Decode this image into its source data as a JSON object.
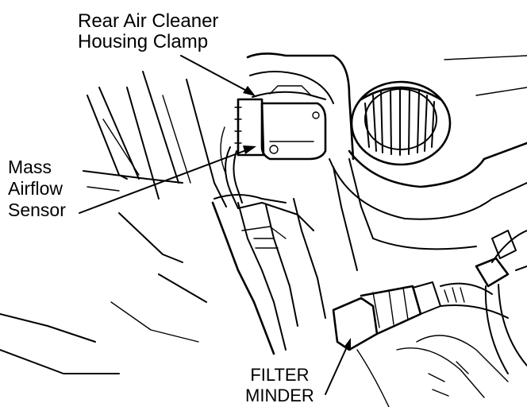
{
  "diagram": {
    "labels": {
      "rear_air_cleaner_clamp": "Rear Air Cleaner\nHousing Clamp",
      "mass_airflow_sensor": "Mass\nAirflow\nSensor",
      "filter_minder": "FILTER\nMINDER"
    },
    "colors": {
      "ink": "#000000",
      "paper": "#ffffff"
    }
  }
}
